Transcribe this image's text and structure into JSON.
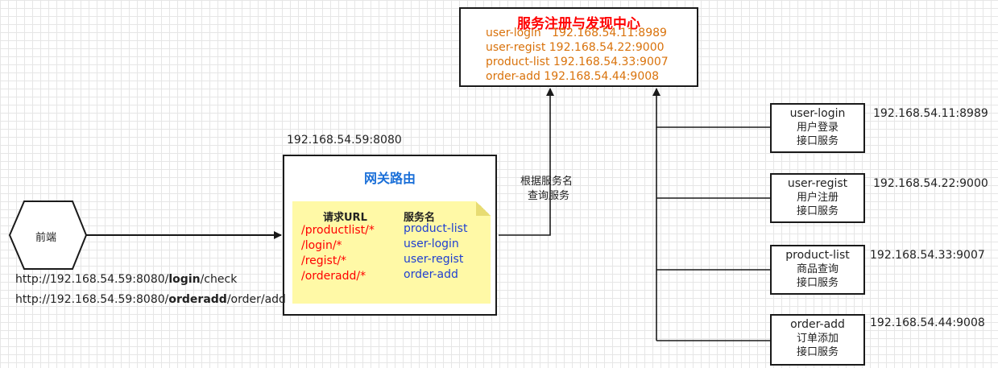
{
  "registry": {
    "title": "服务注册与发现中心",
    "lines": [
      "user-login   192.168.54.11:8989",
      "user-regist 192.168.54.22:9000",
      "product-list 192.168.54.33:9007",
      "order-add 192.168.54.44:9008"
    ]
  },
  "client": {
    "label": "前端"
  },
  "gateway": {
    "address": "192.168.54.59:8080",
    "title": "网关路由",
    "url_header": "请求URL",
    "service_header": "服务名",
    "urls": [
      "/productlist/*",
      "/login/*",
      "/regist/*",
      "/orderadd/*"
    ],
    "services": [
      "product-list",
      "user-login",
      "user-regist",
      "order-add"
    ]
  },
  "query_label": {
    "line1": "根据服务名",
    "line2": "查询服务"
  },
  "requests": [
    {
      "prefix": "http://192.168.54.59:8080/",
      "bold": "login",
      "suffix": "/check"
    },
    {
      "prefix": "http://192.168.54.59:8080/",
      "bold": "orderadd",
      "suffix": "/order/add"
    }
  ],
  "services": [
    {
      "name": "user-login",
      "line2": "用户登录",
      "line3": "接口服务",
      "ip": "192.168.54.11:8989"
    },
    {
      "name": "user-regist",
      "line2": "用户注册",
      "line3": "接口服务",
      "ip": "192.168.54.22:9000"
    },
    {
      "name": "product-list",
      "line2": "商品查询",
      "line3": "接口服务",
      "ip": "192.168.54.33:9007"
    },
    {
      "name": "order-add",
      "line2": "订单添加",
      "line3": "接口服务",
      "ip": "192.168.54.44:9008"
    }
  ]
}
